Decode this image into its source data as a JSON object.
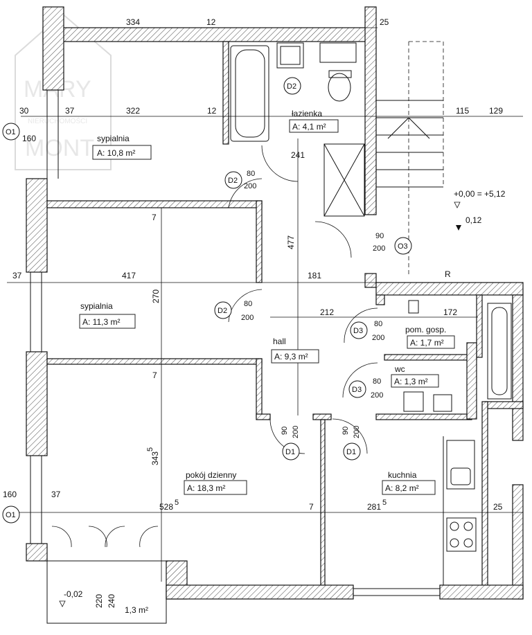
{
  "watermark": {
    "line1": "MARY",
    "line2": "MONT",
    "sub": "NIERUCHOMOŚCI"
  },
  "rooms": {
    "bedroom1": {
      "name": "sypialnia",
      "area": "A: 10,8 m²"
    },
    "bathroom": {
      "name": "łazienka",
      "area": "A: 4,1 m²"
    },
    "bedroom2": {
      "name": "sypialnia",
      "area": "A: 11,3 m²"
    },
    "hall": {
      "name": "hall",
      "area": "A: 9,3 m²"
    },
    "utility": {
      "name": "pom. gosp.",
      "area": "A: 1,7 m²"
    },
    "wc": {
      "name": "wc",
      "area": "A: 1,3 m²"
    },
    "living": {
      "name": "pokój dzienny",
      "area": "A: 18,3 m²"
    },
    "kitchen": {
      "name": "kuchnia",
      "area": "A: 8,2 m²"
    },
    "balcony": {
      "area": "1,3 m²"
    }
  },
  "dims": {
    "d334": "334",
    "d12a": "12",
    "d25a": "25",
    "d30": "30",
    "d37a": "37",
    "d322": "322",
    "d12b": "12",
    "d160a": "160",
    "d115": "115",
    "d129": "129",
    "d241": "241",
    "d477": "477",
    "d7a": "7",
    "d270": "270",
    "d37b": "37",
    "d417": "417",
    "d181": "181",
    "d212": "212",
    "d172": "172",
    "d7b": "7",
    "d343": "343",
    "d343sup": "5",
    "d160b": "160",
    "d37c": "37",
    "d528": "528",
    "d528sup": "5",
    "d7c": "7",
    "d281": "281",
    "d281sup": "5",
    "d25b": "25",
    "d220": "220",
    "d240": "240"
  },
  "levels": {
    "main": "+0,00 = +5,12",
    "step": "0,12",
    "balcony": "-0,02",
    "r": "R"
  },
  "doors": {
    "d2top": {
      "tag": "D2"
    },
    "d2bed": {
      "tag": "D2",
      "w": "80",
      "h": "200"
    },
    "d2bed2": {
      "tag": "D2",
      "w": "80",
      "h": "200"
    },
    "o3": {
      "tag": "O3",
      "w": "90",
      "h": "200"
    },
    "d3util": {
      "tag": "D3",
      "w": "80",
      "h": "200"
    },
    "d3wc": {
      "tag": "D3",
      "w": "80",
      "h": "200"
    },
    "d1left": {
      "tag": "D1",
      "w": "90",
      "h": "200"
    },
    "d1right": {
      "tag": "D1",
      "w": "90",
      "h": "200"
    },
    "o1top": {
      "tag": "O1"
    },
    "o1bot": {
      "tag": "O1"
    }
  }
}
